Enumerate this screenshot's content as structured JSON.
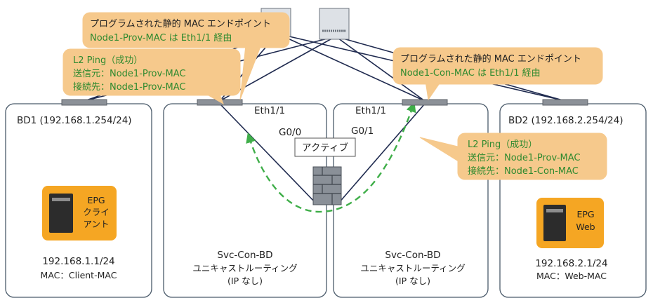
{
  "bd1": {
    "title": "BD1 (192.168.1.254/24)",
    "epg_label": [
      "EPG",
      "クライ",
      "アント"
    ],
    "ip": "192.168.1.1/24",
    "mac": "MAC：Client-MAC"
  },
  "bd2": {
    "title": "BD2 (192.168.2.254/24)",
    "epg_label": [
      "EPG",
      "Web"
    ],
    "ip": "192.168.2.1/24",
    "mac": "MAC：Web-MAC"
  },
  "svc_left": {
    "name": "Svc-Con-BD",
    "routing": "ユニキャストルーティング",
    "ip_note": "(IP なし)"
  },
  "svc_right": {
    "name": "Svc-Con-BD",
    "routing": "ユニキャストルーティング",
    "ip_note": "(IP なし)"
  },
  "ports": {
    "left_leaf": "Eth1/1",
    "right_leaf": "Eth1/1",
    "fw_left": "G0/0",
    "fw_right": "G0/1"
  },
  "firewall_state": "アクティブ",
  "callouts": {
    "top_left": {
      "line1": "プログラムされた静的 MAC エンドポイント",
      "line2": "Node1-Prov-MAC は Eth1/1 経由"
    },
    "ping_left": {
      "line1": "L2 Ping（成功）",
      "line2": "送信元：Node1-Prov-MAC",
      "line3": "接続先：Node1-Prov-MAC"
    },
    "top_right": {
      "line1": "プログラムされた静的 MAC エンドポイント",
      "line2": "Node1-Con-MAC は Eth1/1 経由"
    },
    "ping_right": {
      "line1": "L2 Ping（成功）",
      "line2": "送信元：Node1-Prov-MAC",
      "line3": "接続先：Node1-Con-MAC"
    }
  },
  "colors": {
    "accent_orange": "#f5a623",
    "callout_fill": "#f6c98c",
    "path_green": "#3fae49",
    "link_navy": "#1f2a4f"
  }
}
